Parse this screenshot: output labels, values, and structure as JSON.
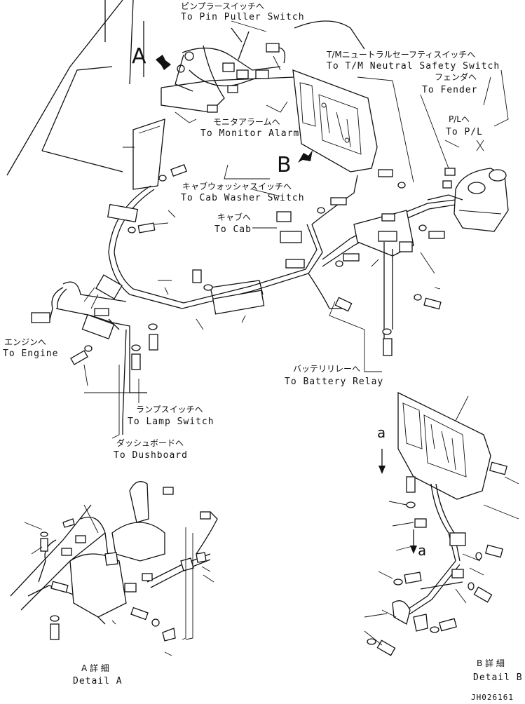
{
  "labels": {
    "pin_puller_jp": "ピンプラースイッチへ",
    "pin_puller_en": "To Pin Puller Switch",
    "neutral_jp": "T/Mニュートラルセーフティスイッチへ",
    "neutral_en": "To T/M Neutral Safety Switch",
    "fender_jp": "フェンダへ",
    "fender_en": "To Fender",
    "pl_jp": "P/Lへ",
    "pl_en": "To P/L",
    "monitor_jp": "モニタアラームへ",
    "monitor_en": "To Monitor Alarm",
    "washer_jp": "キャブウォッシャスイッチへ",
    "washer_en": "To Cab Washer Switch",
    "cab_jp": "キャブへ",
    "cab_en": "To Cab",
    "engine_jp": "エンジンへ",
    "engine_en": "To Engine",
    "battery_jp": "バッテリリレーへ",
    "battery_en": "To Battery Relay",
    "lamp_jp": "ランプスイッチへ",
    "lamp_en": "To Lamp Switch",
    "dash_jp": "ダッシュボードへ",
    "dash_en": "To Dushboard",
    "detail_a_jp": "A 詳 細",
    "detail_a_en": "Detail A",
    "detail_b_jp": "B 詳 細",
    "detail_b_en": "Detail B",
    "view_a": "A",
    "view_b": "B",
    "arrow_a_small_1": "a",
    "arrow_a_small_2": "a",
    "drawing_no": "JH026161"
  }
}
